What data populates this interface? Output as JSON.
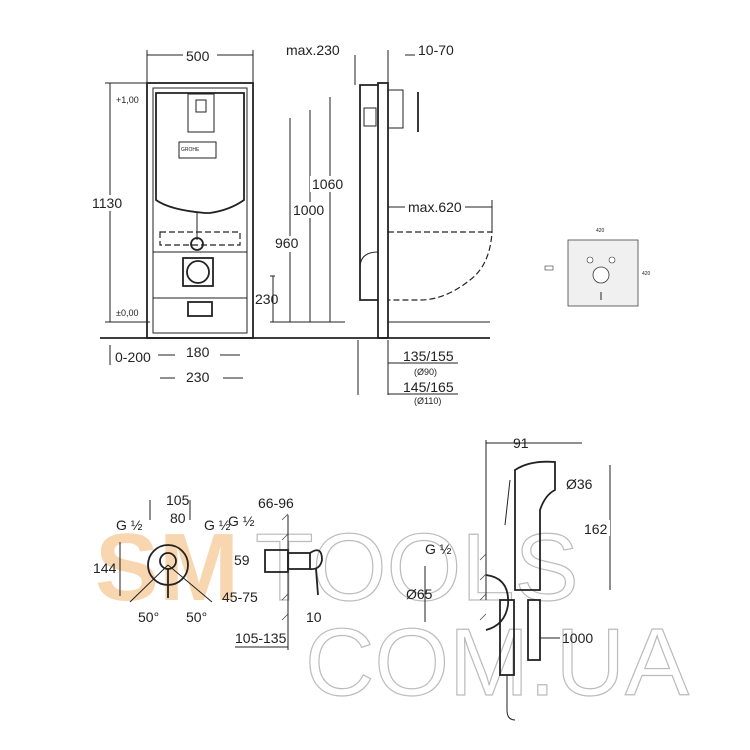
{
  "watermark": {
    "brand_main": "SM",
    "brand_rest": "TOOLS",
    "domain": "COM.UA",
    "accent_color": "#f7cfa3"
  },
  "frame_front": {
    "width": "500",
    "height_total": "1130",
    "level_top": "+1,00",
    "level_zero": "±0,00",
    "h_960": "960",
    "h_1000": "1000",
    "h_1060": "1060",
    "h_230": "230",
    "w_0_200": "0-200",
    "w_180": "180",
    "w_230": "230",
    "logo": "GROHE"
  },
  "frame_side": {
    "max_230": "max.230",
    "d_10_70": "10-70",
    "max_620": "max.620",
    "d_135_155": "135/155",
    "d_90": "(Ø90)",
    "d_145_165": "145/165",
    "d_110": "(Ø110)"
  },
  "plate": {
    "width": "420",
    "height": "420"
  },
  "mixer": {
    "d_105": "105",
    "d_80": "80",
    "g_left": "G ½",
    "g_right": "G ½",
    "h_144": "144",
    "angle_left": "50°",
    "angle_right": "50°",
    "d_66_96": "66-96",
    "g_side": "G ½",
    "h_59": "59",
    "d_45_75": "45-75",
    "d_10": "10",
    "d_105_135": "105-135"
  },
  "shower": {
    "d_91": "91",
    "dia_36": "Ø36",
    "h_162": "162",
    "g": "G ½",
    "dia_65": "Ø65",
    "hose": "1000"
  }
}
